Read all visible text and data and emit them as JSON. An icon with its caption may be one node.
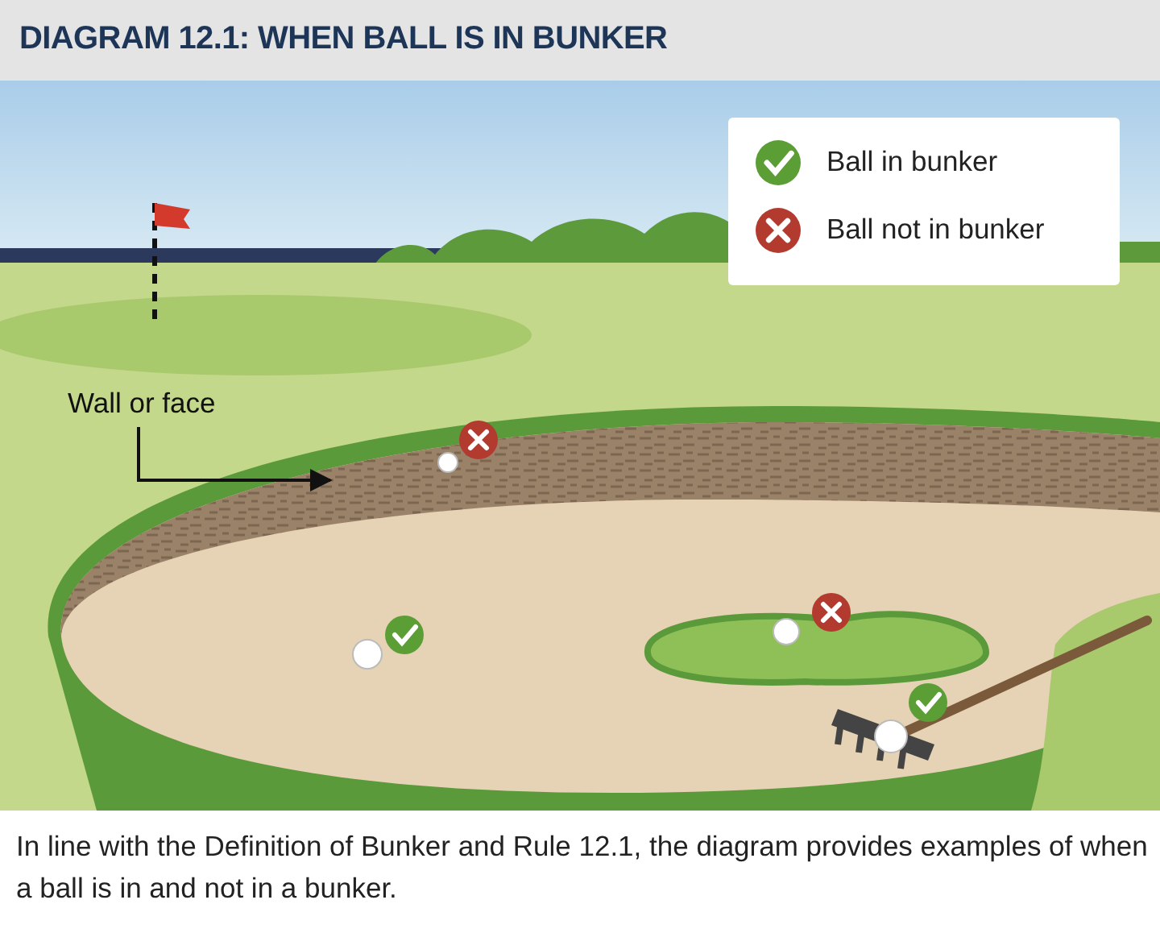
{
  "diagram": {
    "title": "DIAGRAM 12.1:  WHEN BALL IS IN BUNKER",
    "caption": "In line with the Definition of Bunker and Rule 12.1, the diagram provides examples of when a ball is in and not in a bunker.",
    "nodes": [
      {
        "text": [
          "Wall or face"
        ]
      },
      {
        "text": [],
        "shape": "picture"
      }
    ],
    "edges": [
      {
        "from": 0,
        "to": 1,
        "arrow": "to"
      }
    ],
    "legend": [
      {
        "text": "Ball in bunker"
      },
      {
        "text": "Ball not in bunker"
      }
    ]
  }
}
